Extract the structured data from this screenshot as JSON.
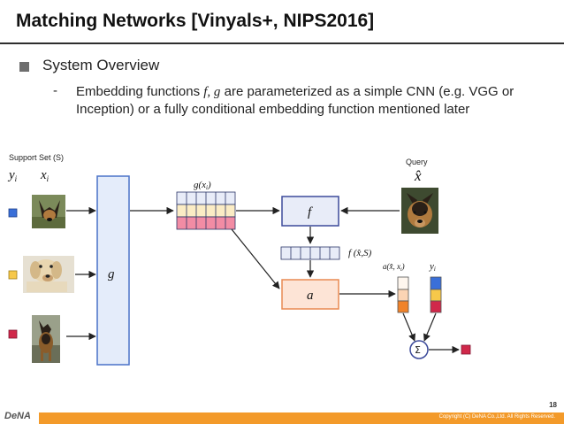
{
  "slide": {
    "title": "Matching Networks [Vinyals+, NIPS2016]",
    "bullet": "System Overview",
    "sub_dash": "-",
    "sub_text_before": "Embedding functions ",
    "sub_text_fg": "f, g",
    "sub_text_after": " are parameterized as a simple CNN (e.g. VGG or Inception) or a fully conditional embedding function mentioned later"
  },
  "diagram": {
    "support_set_label": "Support Set (S)",
    "query_label": "Query",
    "yi_label": "y",
    "yi_sub": "i",
    "xi_label": "x",
    "xi_sub": "i",
    "g_label": "g",
    "gx_label": "g(x",
    "gx_sub": "i",
    "gx_close": ")",
    "f_label": "f",
    "a_label": "a",
    "fxs_label": "f (x̂,S)",
    "xhat_label": "x̂",
    "axi_label": "a(x̂, x",
    "axi_sub": "i",
    "axi_close": ")",
    "yi_right_label": "y",
    "yi_right_sub": "i",
    "sum_label": "Σ"
  },
  "colors": {
    "class_blue": "#3a6fd8",
    "class_yellow": "#f6c84a",
    "class_red": "#d0284a",
    "g_fill": "#e4ecfa",
    "g_stroke": "#4a72c8",
    "f_fill": "#e8ecf8",
    "f_stroke": "#3c4a9a",
    "a_fill": "#fde4d6",
    "a_stroke": "#e88a52",
    "orange": "#f0832a",
    "bottom_band": "#f39a2a"
  },
  "footer": {
    "page_number": "18",
    "copyright": "Copyright (C) DeNA Co.,Ltd. All Rights Reserved.",
    "logo": "DeNA"
  }
}
